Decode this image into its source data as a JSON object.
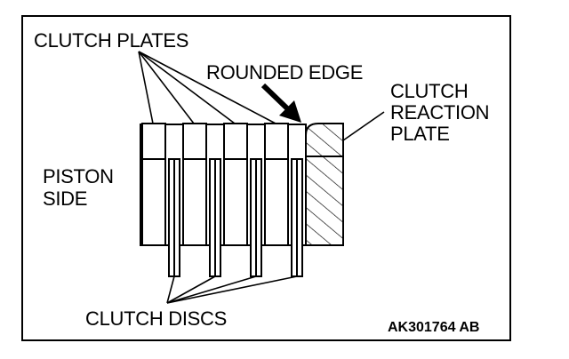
{
  "labels": {
    "clutch_plates": "CLUTCH PLATES",
    "rounded_edge": "ROUNDED EDGE",
    "reaction_plate_line1": "CLUTCH",
    "reaction_plate_line2": "REACTION",
    "reaction_plate_line3": "PLATE",
    "piston_side_line1": "PISTON",
    "piston_side_line2": "SIDE",
    "clutch_discs": "CLUTCH DISCS",
    "figure_code": "AK301764 AB"
  },
  "colors": {
    "stroke": "#000000",
    "background": "#ffffff"
  }
}
